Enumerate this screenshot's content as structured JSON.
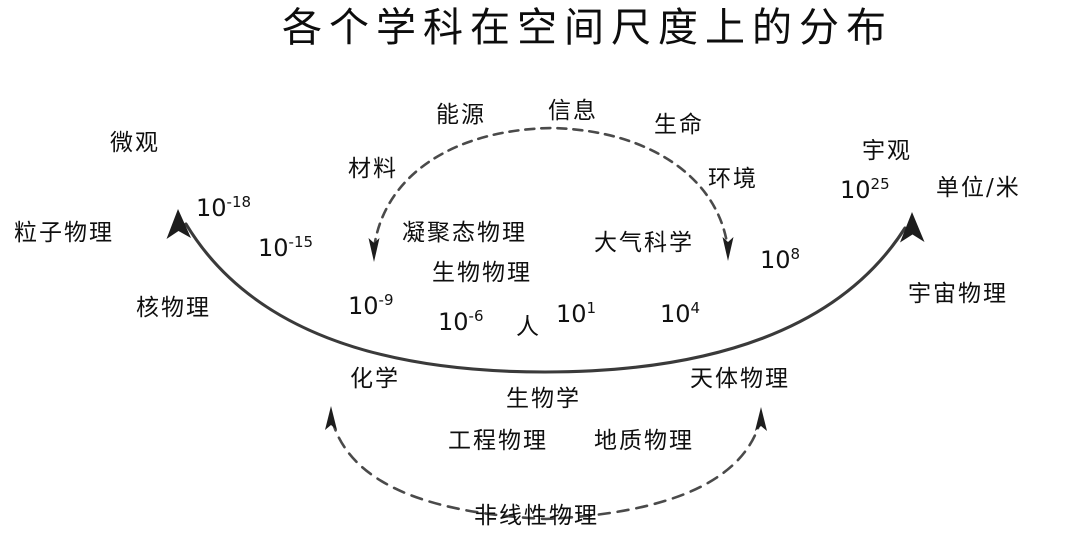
{
  "title": "各个学科在空间尺度上的分布",
  "unit_note": "单位/米",
  "regions": {
    "micro": "微观",
    "macro": "宇观"
  },
  "scale_axis": {
    "type": "logarithmic-space-scale",
    "unit": "meter",
    "exponents": [
      -18,
      -15,
      -9,
      -6,
      1,
      4,
      8,
      25
    ],
    "ticks": [
      {
        "base": "10",
        "exp": "-18"
      },
      {
        "base": "10",
        "exp": "-15"
      },
      {
        "base": "10",
        "exp": "-9"
      },
      {
        "base": "10",
        "exp": "-6"
      },
      {
        "base": "10",
        "exp": "1"
      },
      {
        "base": "10",
        "exp": "4"
      },
      {
        "base": "10",
        "exp": "8"
      },
      {
        "base": "10",
        "exp": "25"
      }
    ]
  },
  "human_marker": "人",
  "disciplines_main": [
    "粒子物理",
    "核物理",
    "凝聚态物理",
    "生物物理",
    "大气科学",
    "宇宙物理"
  ],
  "upper_arc_labels": [
    "材料",
    "能源",
    "信息",
    "生命",
    "环境"
  ],
  "lower_labels": [
    "化学",
    "生物学",
    "工程物理",
    "地质物理",
    "天体物理"
  ],
  "bottom_arc_label": "非线性物理",
  "labels": {
    "particle_physics": "粒子物理",
    "nuclear_physics": "核物理",
    "condensed_matter_physics": "凝聚态物理",
    "biophysics": "生物物理",
    "atmospheric_science": "大气科学",
    "cosmic_physics": "宇宙物理",
    "materials": "材料",
    "energy": "能源",
    "information": "信息",
    "life": "生命",
    "environment": "环境",
    "chemistry": "化学",
    "biology": "生物学",
    "engineering_physics": "工程物理",
    "geophysics": "地质物理",
    "astrophysics": "天体物理",
    "nonlinear_physics": "非线性物理"
  },
  "colors": {
    "background": "#ffffff",
    "ink": "#141414",
    "stroke": "#3a3a3a"
  }
}
